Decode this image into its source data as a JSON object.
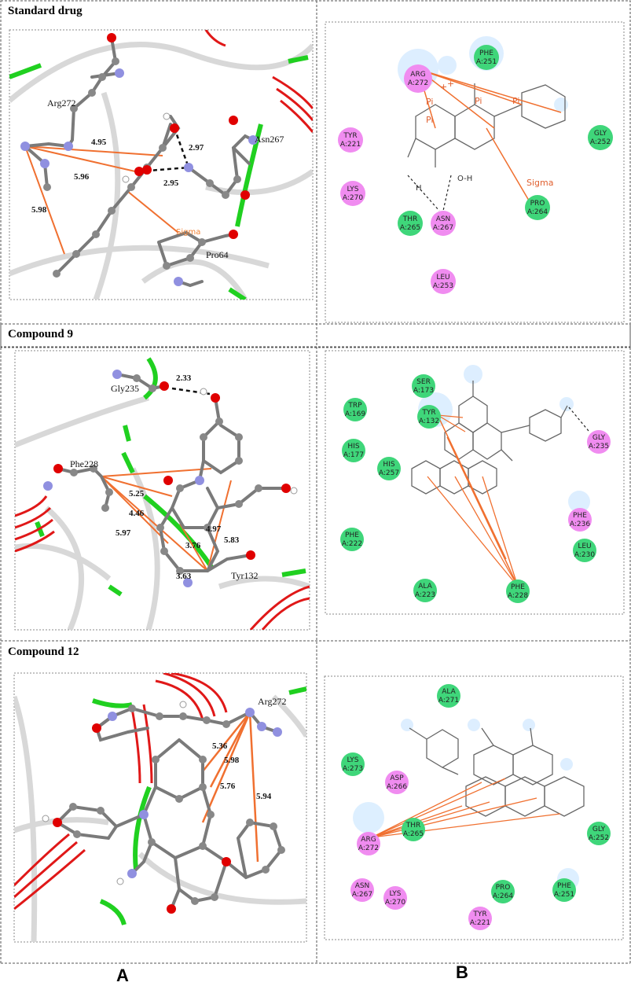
{
  "rows": [
    {
      "title": "Standard drug",
      "left_labels": {
        "residues": [
          "Arg272",
          "Asn267",
          "Pro64"
        ],
        "distances": [
          "4.95",
          "2.97",
          "5.96",
          "2.95",
          "5.98"
        ],
        "interaction": "Sigma"
      },
      "right_residues": [
        {
          "name": "PHE",
          "id": "A:251",
          "color": "green"
        },
        {
          "name": "ARG",
          "id": "A:272",
          "color": "pink"
        },
        {
          "name": "TYR",
          "id": "A:221",
          "color": "pink"
        },
        {
          "name": "GLY",
          "id": "A:252",
          "color": "green"
        },
        {
          "name": "LYS",
          "id": "A:270",
          "color": "pink"
        },
        {
          "name": "PRO",
          "id": "A:264",
          "color": "green"
        },
        {
          "name": "THR",
          "id": "A:265",
          "color": "green"
        },
        {
          "name": "ASN",
          "id": "A:267",
          "color": "pink"
        },
        {
          "name": "LEU",
          "id": "A:253",
          "color": "pink"
        }
      ],
      "right_labels": [
        "Pi",
        "Pi",
        "Pi",
        "Pi",
        "Sigma",
        "O-H",
        "H",
        "+",
        "+"
      ]
    },
    {
      "title": "Compound 9",
      "left_labels": {
        "residues": [
          "Gly235",
          "Phe228",
          "Tyr132"
        ],
        "distances": [
          "2.33",
          "5.25",
          "4.46",
          "5.97",
          "4.97",
          "3.76",
          "5.83",
          "3.63"
        ]
      },
      "right_residues": [
        {
          "name": "SER",
          "id": "A:173",
          "color": "green"
        },
        {
          "name": "TRP",
          "id": "A:169",
          "color": "green"
        },
        {
          "name": "TYR",
          "id": "A:132",
          "color": "green"
        },
        {
          "name": "HIS",
          "id": "A:177",
          "color": "green"
        },
        {
          "name": "HIS",
          "id": "A:257",
          "color": "green"
        },
        {
          "name": "GLY",
          "id": "A:235",
          "color": "pink"
        },
        {
          "name": "PHE",
          "id": "A:236",
          "color": "pink"
        },
        {
          "name": "LEU",
          "id": "A:230",
          "color": "green"
        },
        {
          "name": "PHE",
          "id": "A:222",
          "color": "green"
        },
        {
          "name": "ALA",
          "id": "A:223",
          "color": "green"
        },
        {
          "name": "PHE",
          "id": "A:228",
          "color": "green"
        }
      ]
    },
    {
      "title": "Compound 12",
      "left_labels": {
        "residues": [
          "Arg272"
        ],
        "distances": [
          "5.36",
          "5.98",
          "5.76",
          "5.94"
        ]
      },
      "right_residues": [
        {
          "name": "ALA",
          "id": "A:271",
          "color": "green"
        },
        {
          "name": "LYS",
          "id": "A:273",
          "color": "green"
        },
        {
          "name": "ASP",
          "id": "A:266",
          "color": "pink"
        },
        {
          "name": "GLY",
          "id": "A:252",
          "color": "green"
        },
        {
          "name": "ARG",
          "id": "A:272",
          "color": "pink"
        },
        {
          "name": "THR",
          "id": "A:265",
          "color": "green"
        },
        {
          "name": "ASN",
          "id": "A:267",
          "color": "pink"
        },
        {
          "name": "LYS",
          "id": "A:270",
          "color": "pink"
        },
        {
          "name": "PRO",
          "id": "A:264",
          "color": "green"
        },
        {
          "name": "PHE",
          "id": "A:251",
          "color": "green"
        },
        {
          "name": "TYR",
          "id": "A:221",
          "color": "pink"
        }
      ]
    }
  ],
  "panel_letters": {
    "a": "A",
    "b": "B"
  },
  "colors": {
    "green_residue": "#3fd67a",
    "pink_residue": "#f08cf0",
    "pi_line": "#f07030",
    "ribbon_red": "#e01818",
    "ribbon_green": "#20d020",
    "atom_grey": "#808080",
    "atom_red": "#e00000",
    "atom_blue": "#9090e0"
  }
}
